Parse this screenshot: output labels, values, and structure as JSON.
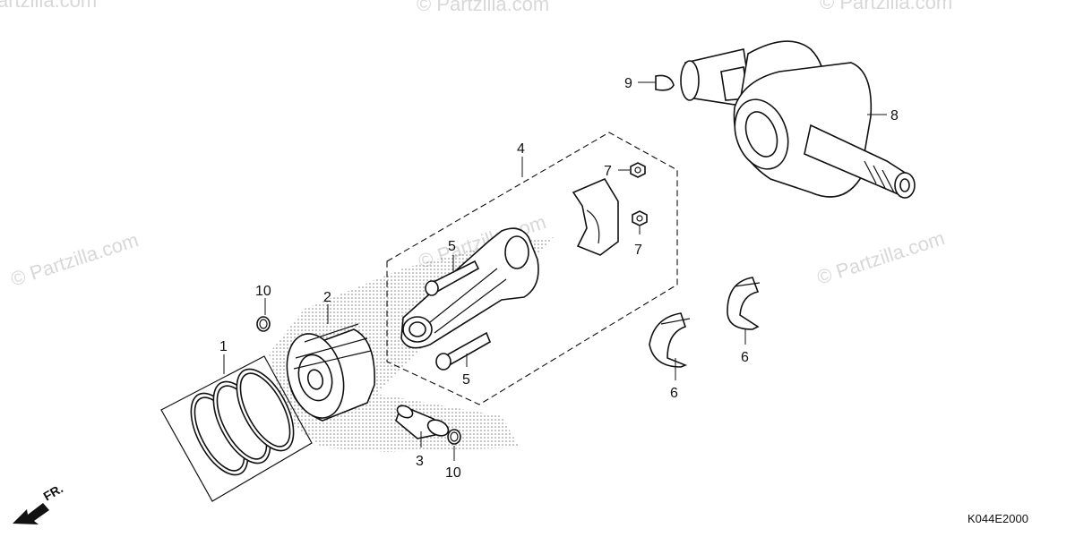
{
  "watermarks": [
    "© Partzilla.com",
    "© Partzilla.com",
    "© Partzilla.com",
    "© Partzilla.com",
    "© Partzilla.com",
    "© Partzilla.com"
  ],
  "callouts": {
    "p1": "1",
    "p2": "2",
    "p3": "3",
    "p4": "4",
    "p5a": "5",
    "p5b": "5",
    "p6a": "6",
    "p6b": "6",
    "p7a": "7",
    "p7b": "7",
    "p8": "8",
    "p9": "9",
    "p10a": "10",
    "p10b": "10"
  },
  "direction_label": "FR.",
  "diagram_code": "K044E2000",
  "colors": {
    "line": "#111111",
    "watermark": "#d8d8d8",
    "background": "#ffffff"
  }
}
